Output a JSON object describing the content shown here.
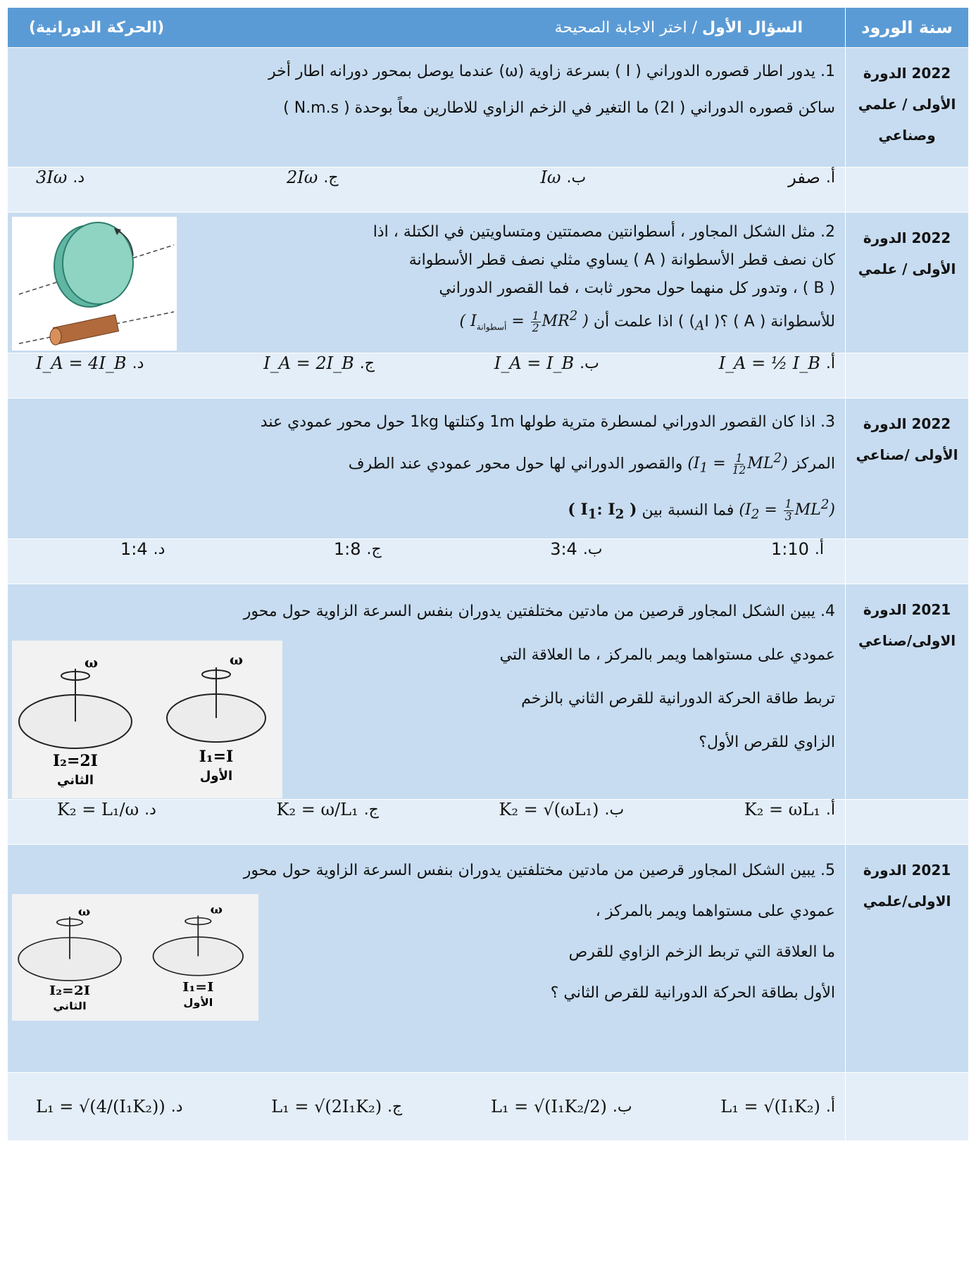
{
  "header": {
    "year_col": "سنة الورود",
    "question_label": "السؤال الأول",
    "instruction": " / اختر الاجابة الصحيحة",
    "topic": "(الحركة الدورانية)"
  },
  "questions": [
    {
      "year": "2022 الدورة",
      "session": "الأولى / علمي",
      "session2": "وصناعي",
      "line1": "1. يدور اطار قصوره الدوراني ( I ) بسرعة زاوية (ω) عندما يوصل بمحور دورانه اطار أخر",
      "line2": "ساكن قصوره الدوراني ( 2I) ما التغير في الزخم الزاوي للاطارين معاً بوحدة ( N.m.s )",
      "options": [
        {
          "label": "أ.",
          "value": "صفر"
        },
        {
          "label": "ب.",
          "value": "Iω"
        },
        {
          "label": "ج.",
          "value": "2Iω"
        },
        {
          "label": "د.",
          "value": "3Iω"
        }
      ]
    },
    {
      "year": "2022 الدورة",
      "session": "الأولى / علمي",
      "line1": "2. مثل الشكل المجاور ، أسطوانتين مصمتتين ومتساويتين في الكتلة ، اذا",
      "line2": "كان نصف قطر الأسطوانة ( A ) يساوي مثلي نصف قطر الأسطوانة",
      "line3": "( B ) ، وتدور كل منهما حول محور ثابت ، فما القصور الدوراني",
      "line4_a": "للأسطوانة ( A )",
      "line4_b": "؟( I",
      "line4_c": "A",
      "line4_d": ") اذا علمت أن",
      "line4_e": "أسطوانة",
      "options": [
        {
          "label": "أ.",
          "value": "I_A = ½ I_B"
        },
        {
          "label": "ب.",
          "value": "I_A = I_B"
        },
        {
          "label": "ج.",
          "value": "I_A = 2I_B"
        },
        {
          "label": "د.",
          "value": "I_A = 4I_B"
        }
      ]
    },
    {
      "year": "2022 الدورة",
      "session": "الأولى /صناعي",
      "line1": "3. اذا كان القصور الدوراني لمسطرة مترية طولها 1m وكتلتها 1kg حول محور عمودي عند",
      "line2_a": "المركز",
      "line2_b": "والقصور الدوراني لها حول محور عمودي عند الطرف",
      "line3_a": "فما النسبة بين",
      "options": [
        {
          "label": "أ.",
          "value": "1:10"
        },
        {
          "label": "ب.",
          "value": "3:4"
        },
        {
          "label": "ج.",
          "value": "1:8"
        },
        {
          "label": "د.",
          "value": "1:4"
        }
      ]
    },
    {
      "year": "2021 الدورة",
      "session": "الاولى/صناعي",
      "line1": "4. يبين الشكل المجاور قرصين من مادتين مختلفتين يدوران بنفس السرعة الزاوية حول محور",
      "line2": "عمودي على مستواهما ويمر بالمركز ، ما العلاقة التي",
      "line3": "تربط طاقة الحركة الدورانية للقرص الثاني بالزخم",
      "line4": "الزاوي للقرص الأول؟",
      "fig_left": "I₂=2I",
      "fig_left_sub": "الثاني",
      "fig_right": "I₁=I",
      "fig_right_sub": "الأول",
      "fig_omega": "ω",
      "options": [
        {
          "label": "أ.",
          "value": "K₂ = ωL₁"
        },
        {
          "label": "ب.",
          "value": "K₂ = √(ωL₁)"
        },
        {
          "label": "ج.",
          "value": "K₂ = ω/L₁"
        },
        {
          "label": "د.",
          "value": "K₂ = L₁/ω"
        }
      ]
    },
    {
      "year": "2021 الدورة",
      "session": "الاولى/علمي",
      "line1": "5. يبين الشكل المجاور قرصين من مادتين مختلفتين يدوران بنفس السرعة الزاوية حول محور",
      "line2": "عمودي على مستواهما ويمر بالمركز ،",
      "line3": "ما العلاقة التي تربط الزخم الزاوي للقرص",
      "line4": "الأول بطاقة الحركة الدورانية للقرص الثاني ؟",
      "options": [
        {
          "label": "أ.",
          "value": "L₁ = √(I₁K₂)"
        },
        {
          "label": "ب.",
          "value": "L₁ = √(I₁K₂/2)"
        },
        {
          "label": "ج.",
          "value": "L₁ = √(2I₁K₂)"
        },
        {
          "label": "د.",
          "value": "L₁ = √(4/(I₁K₂))"
        }
      ]
    }
  ]
}
